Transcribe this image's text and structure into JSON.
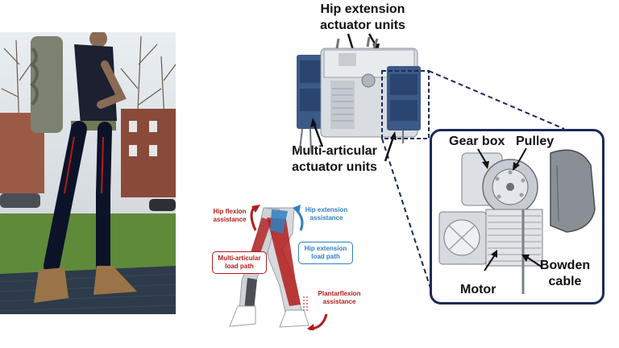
{
  "labels": {
    "hip_extension_units": [
      "Hip extension",
      "actuator units"
    ],
    "multi_articular_units": [
      "Multi-articular",
      "actuator units"
    ],
    "gear_box": "Gear box",
    "pulley": "Pulley",
    "motor": "Motor",
    "bowden_cable": [
      "Bowden",
      "cable"
    ]
  },
  "leg_diagram": {
    "hip_flexion": [
      "Hip flexion",
      "assistance"
    ],
    "hip_extension": [
      "Hip extension",
      "assistance"
    ],
    "multi_articular_path": [
      "Multi-articular",
      "load path"
    ],
    "hip_extension_path": [
      "Hip extension",
      "load path"
    ],
    "plantarflexion": [
      "Plantarflexion",
      "assistance"
    ]
  },
  "colors": {
    "navy_border": "#1b2a56",
    "red": "#b31b1b",
    "blue": "#2f7fc1"
  }
}
